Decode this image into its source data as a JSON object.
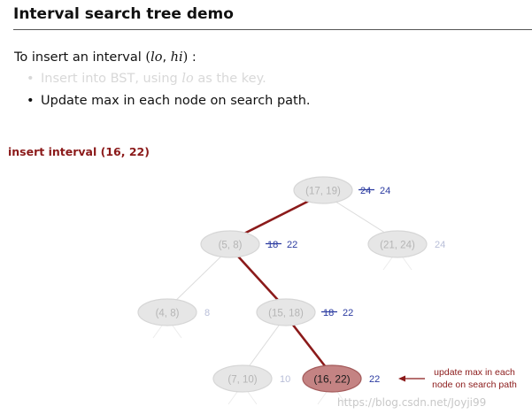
{
  "header": {
    "title": "Interval search tree demo"
  },
  "intro": {
    "prefix": "To insert an interval ",
    "lparen": "(",
    "lo": "lo",
    "comma": ", ",
    "hi": "hi",
    "rparen": ")",
    "colon": " :"
  },
  "bullets": [
    {
      "prefix": "Insert into BST, using ",
      "key": "lo",
      "suffix": " as the key.",
      "state": "faded"
    },
    {
      "text": "Update max in each node on search path.",
      "state": "active"
    }
  ],
  "step_label": "insert interval (16, 22)",
  "tree": {
    "nodes": [
      {
        "id": "n17_19",
        "label": "(17, 19)",
        "old_max": "24",
        "max": "24",
        "on_path": true
      },
      {
        "id": "n5_8",
        "label": "(5, 8)",
        "old_max": "18",
        "max": "22",
        "on_path": true
      },
      {
        "id": "n21_24",
        "label": "(21, 24)",
        "max": "24",
        "on_path": false
      },
      {
        "id": "n4_8",
        "label": "(4, 8)",
        "max": "8",
        "on_path": false
      },
      {
        "id": "n15_18",
        "label": "(15, 18)",
        "old_max": "18",
        "max": "22",
        "on_path": true
      },
      {
        "id": "n7_10",
        "label": "(7, 10)",
        "max": "10",
        "on_path": false
      },
      {
        "id": "n16_22",
        "label": "(16, 22)",
        "max": "22",
        "on_path": true,
        "inserted": true
      }
    ],
    "edges": [
      {
        "from": "n17_19",
        "to": "n5_8",
        "on_path": true
      },
      {
        "from": "n17_19",
        "to": "n21_24",
        "on_path": false
      },
      {
        "from": "n5_8",
        "to": "n4_8",
        "on_path": false
      },
      {
        "from": "n5_8",
        "to": "n15_18",
        "on_path": true
      },
      {
        "from": "n15_18",
        "to": "n7_10",
        "on_path": false
      },
      {
        "from": "n15_18",
        "to": "n16_22",
        "on_path": true
      }
    ]
  },
  "annotation": {
    "line1": "update max in each",
    "line2": "node on search path"
  },
  "watermark": "https://blog.csdn.net/Joyji99",
  "colors": {
    "path_red": "#8b1a1a",
    "node_fill": "#e6e6e6",
    "node_stroke": "#d6d6d6",
    "node_text": "#b5b5b5",
    "inserted_fill": "#c48383",
    "inserted_stroke": "#a35a5a",
    "max_blue": "#2a3aa0",
    "max_faded": "#b8bed8"
  }
}
